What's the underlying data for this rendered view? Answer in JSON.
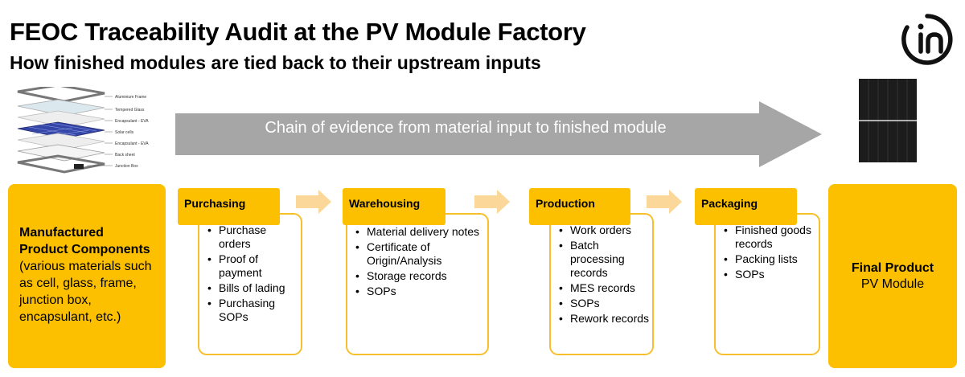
{
  "header": {
    "title": "FEOC Traceability Audit at the PV Module Factory",
    "subtitle": "How finished modules are tied back to their upstream inputs"
  },
  "logo": {
    "icon": "in-logo-icon",
    "color": "#111111"
  },
  "exploded_view": {
    "layers": [
      "Aluminium Frame",
      "Tempered Glass",
      "Encapsulant - EVA",
      "Solar cells",
      "Encapsulant - EVA",
      "Back sheet",
      "Junction Box"
    ]
  },
  "flow_arrow": {
    "label": "Chain of evidence from material input to finished module",
    "color": "#a6a6a6"
  },
  "colors": {
    "accent": "#fcc000",
    "stage_border": "#f7bf2b",
    "chevron": "#fbd79a"
  },
  "components_box": {
    "bold_lines": [
      "Manufactured",
      "Product Components"
    ],
    "details": "(various materials such as cell, glass, frame, junction box, encapsulant, etc.)"
  },
  "stages": [
    {
      "name": "Purchasing",
      "items": [
        "Purchase orders",
        "Proof of payment",
        "Bills of lading",
        "Purchasing SOPs"
      ]
    },
    {
      "name": "Warehousing",
      "items": [
        "Material delivery notes",
        "Certificate of Origin/Analysis",
        "Storage records",
        "SOPs"
      ]
    },
    {
      "name": "Production",
      "items": [
        "Work orders",
        "Batch processing records",
        "MES records",
        "SOPs",
        "Rework records"
      ]
    },
    {
      "name": "Packaging",
      "items": [
        "Finished goods records",
        "Packing lists",
        "SOPs"
      ]
    }
  ],
  "final_box": {
    "title": "Final Product",
    "subtitle": "PV Module"
  }
}
